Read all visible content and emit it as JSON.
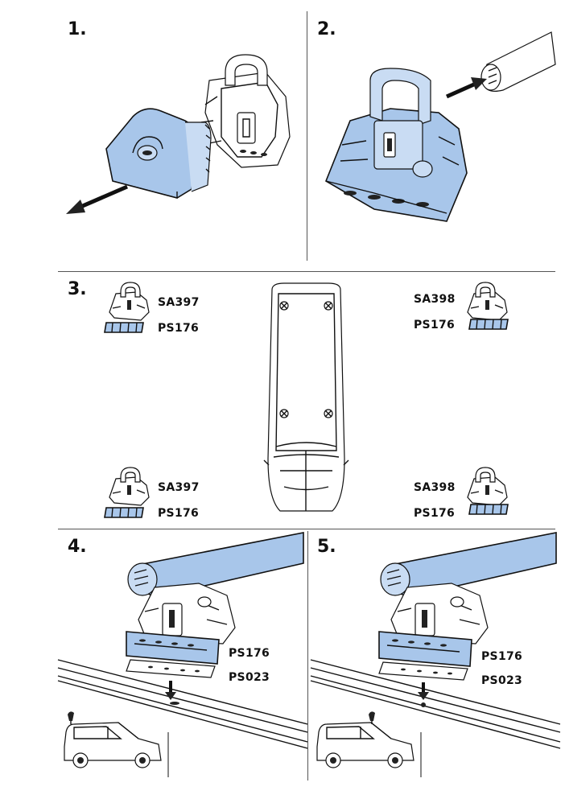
{
  "steps": {
    "s1": "1.",
    "s2": "2.",
    "s3": "3.",
    "s4": "4.",
    "s5": "5."
  },
  "step3": {
    "top_left_foot": "SA397",
    "top_left_pad": "PS176",
    "top_right_foot": "SA398",
    "top_right_pad": "PS176",
    "bottom_left_foot": "SA397",
    "bottom_left_pad": "PS176",
    "bottom_right_foot": "SA398",
    "bottom_right_pad": "PS176"
  },
  "step4": {
    "pad_label": "PS176",
    "plate_label": "PS023"
  },
  "step5": {
    "pad_label": "PS176",
    "plate_label": "PS023"
  },
  "colors": {
    "accent_blue": "#a8c6ea",
    "ink": "#111111"
  },
  "icons": [
    "arrow-icon",
    "van-top-view-icon",
    "van-side-view-icon",
    "roof-bar-foot-icon",
    "rubber-pad-icon",
    "fixing-plate-icon"
  ]
}
